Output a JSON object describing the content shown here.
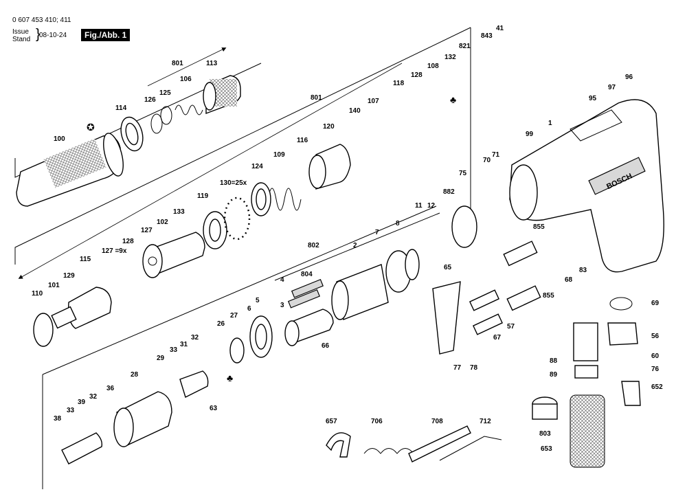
{
  "header": {
    "document_number": "0 607 453 410; 411",
    "issue_label": "Issue",
    "stand_label": "Stand",
    "date": "08-10-24",
    "figure_label": "Fig./Abb. 1"
  },
  "brand_text": "BOSCH",
  "callouts": [
    "100",
    "114",
    "126",
    "125",
    "106",
    "113",
    "801",
    "801",
    "118",
    "128",
    "108",
    "132",
    "821",
    "843",
    "41",
    "140",
    "107",
    "120",
    "116",
    "109",
    "124",
    "130=25x",
    "119",
    "133",
    "102",
    "127",
    "128",
    "127 =9x",
    "115",
    "129",
    "110",
    "101",
    "802",
    "804",
    "2",
    "7",
    "8",
    "11",
    "12",
    "882",
    "75",
    "70",
    "71",
    "99",
    "1",
    "95",
    "97",
    "96",
    "65",
    "855",
    "855",
    "68",
    "83",
    "69",
    "56",
    "60",
    "76",
    "652",
    "3",
    "4",
    "5",
    "6",
    "66",
    "26",
    "27",
    "28",
    "29",
    "31",
    "32",
    "33",
    "63",
    "36",
    "39",
    "32",
    "33",
    "38",
    "77",
    "78",
    "67",
    "57",
    "88",
    "89",
    "803",
    "653",
    "657",
    "706",
    "708",
    "712"
  ],
  "symbols": {
    "star_badge": "✪",
    "club_mark": "♣"
  }
}
